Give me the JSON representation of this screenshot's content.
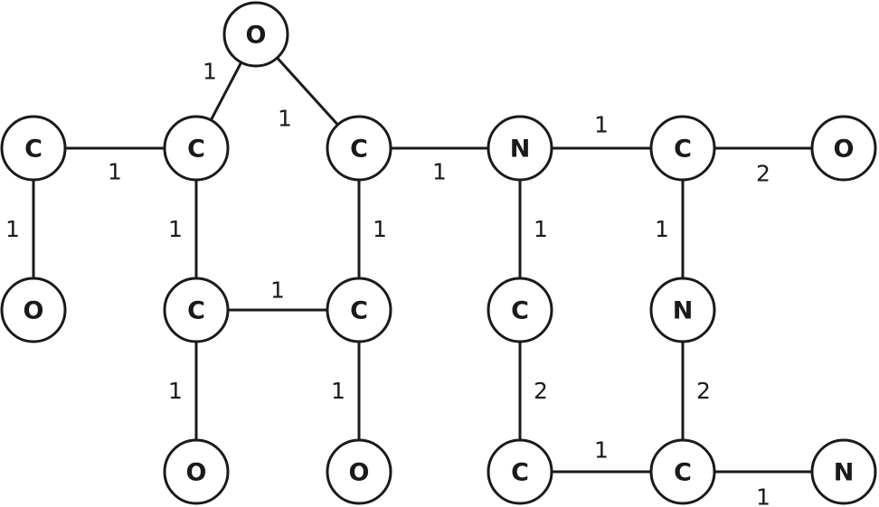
{
  "nodes": [
    {
      "id": "n0",
      "label": "O"
    },
    {
      "id": "n1",
      "label": "C"
    },
    {
      "id": "n2",
      "label": "C"
    },
    {
      "id": "n3",
      "label": "C"
    },
    {
      "id": "n4",
      "label": "N"
    },
    {
      "id": "n5",
      "label": "C"
    },
    {
      "id": "n6",
      "label": "O"
    },
    {
      "id": "n7",
      "label": "O"
    },
    {
      "id": "n8",
      "label": "C"
    },
    {
      "id": "n9",
      "label": "C"
    },
    {
      "id": "n10",
      "label": "C"
    },
    {
      "id": "n11",
      "label": "N"
    },
    {
      "id": "n12",
      "label": "O"
    },
    {
      "id": "n13",
      "label": "O"
    },
    {
      "id": "n14",
      "label": "C"
    },
    {
      "id": "n15",
      "label": "C"
    },
    {
      "id": "n16",
      "label": "N"
    }
  ],
  "edges": [
    {
      "from": "n0",
      "to": "n2",
      "label": "1"
    },
    {
      "from": "n0",
      "to": "n3",
      "label": "1"
    },
    {
      "from": "n1",
      "to": "n2",
      "label": "1"
    },
    {
      "from": "n3",
      "to": "n4",
      "label": "1"
    },
    {
      "from": "n4",
      "to": "n5",
      "label": "1"
    },
    {
      "from": "n5",
      "to": "n6",
      "label": "2"
    },
    {
      "from": "n1",
      "to": "n7",
      "label": "1"
    },
    {
      "from": "n2",
      "to": "n8",
      "label": "1"
    },
    {
      "from": "n3",
      "to": "n9",
      "label": "1"
    },
    {
      "from": "n4",
      "to": "n10",
      "label": "1"
    },
    {
      "from": "n5",
      "to": "n11",
      "label": "1"
    },
    {
      "from": "n8",
      "to": "n9",
      "label": "1"
    },
    {
      "from": "n8",
      "to": "n12",
      "label": "1"
    },
    {
      "from": "n9",
      "to": "n13",
      "label": "1"
    },
    {
      "from": "n10",
      "to": "n14",
      "label": "2"
    },
    {
      "from": "n11",
      "to": "n15",
      "label": "2"
    },
    {
      "from": "n14",
      "to": "n15",
      "label": "1"
    },
    {
      "from": "n15",
      "to": "n16",
      "label": "1"
    }
  ]
}
